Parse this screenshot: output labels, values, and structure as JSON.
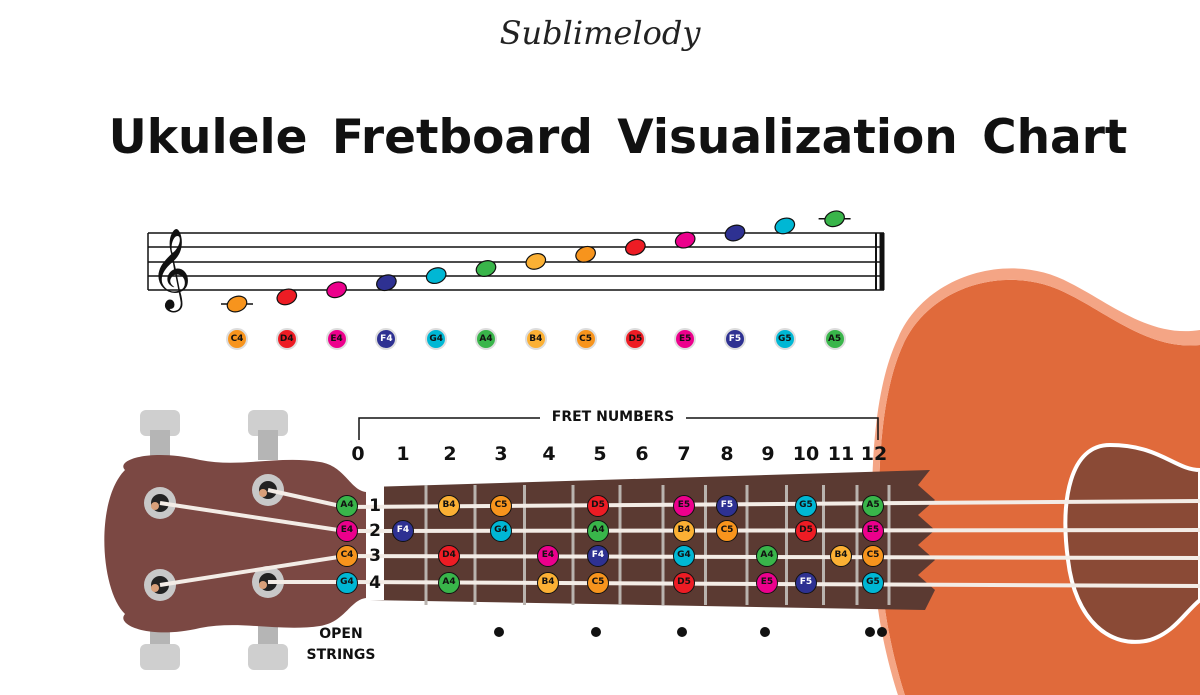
{
  "brand": "Sublimelody",
  "title": "Ukulele Fretboard Visualization Chart",
  "colors": {
    "C": "#f7941d",
    "D": "#ed1c24",
    "E": "#ec008c",
    "F": "#2e3192",
    "G": "#00b7d4",
    "A": "#39b54a",
    "B": "#fbb034",
    "F_text": "#ffffff",
    "ukulele_body": "#e06a3b",
    "ukulele_edge": "#f4a585",
    "headstock": "#7b4843",
    "fretboard": "#5b3a32",
    "soundhole": "#8a4a36"
  },
  "staff": {
    "clef": "𝄞",
    "notes": [
      "C4",
      "D4",
      "E4",
      "F4",
      "G4",
      "A4",
      "B4",
      "C5",
      "D5",
      "E5",
      "F5",
      "G5",
      "A5"
    ]
  },
  "fretboard": {
    "caption": "FRET NUMBERS",
    "fret_numbers": [
      "0",
      "1",
      "2",
      "3",
      "4",
      "5",
      "6",
      "7",
      "8",
      "9",
      "10",
      "11",
      "12"
    ],
    "string_numbers": [
      "1",
      "2",
      "3",
      "4"
    ],
    "open_strings_label": "OPEN STRINGS",
    "positions": [
      {
        "string": 1,
        "fret": 0,
        "note": "A4"
      },
      {
        "string": 1,
        "fret": 2,
        "note": "B4"
      },
      {
        "string": 1,
        "fret": 3,
        "note": "C5"
      },
      {
        "string": 1,
        "fret": 5,
        "note": "D5"
      },
      {
        "string": 1,
        "fret": 7,
        "note": "E5"
      },
      {
        "string": 1,
        "fret": 8,
        "note": "F5"
      },
      {
        "string": 1,
        "fret": 10,
        "note": "G5"
      },
      {
        "string": 1,
        "fret": 12,
        "note": "A5"
      },
      {
        "string": 2,
        "fret": 0,
        "note": "E4"
      },
      {
        "string": 2,
        "fret": 1,
        "note": "F4"
      },
      {
        "string": 2,
        "fret": 3,
        "note": "G4"
      },
      {
        "string": 2,
        "fret": 5,
        "note": "A4"
      },
      {
        "string": 2,
        "fret": 7,
        "note": "B4"
      },
      {
        "string": 2,
        "fret": 8,
        "note": "C5"
      },
      {
        "string": 2,
        "fret": 10,
        "note": "D5"
      },
      {
        "string": 2,
        "fret": 12,
        "note": "E5"
      },
      {
        "string": 3,
        "fret": 0,
        "note": "C4"
      },
      {
        "string": 3,
        "fret": 2,
        "note": "D4"
      },
      {
        "string": 3,
        "fret": 4,
        "note": "E4"
      },
      {
        "string": 3,
        "fret": 5,
        "note": "F4"
      },
      {
        "string": 3,
        "fret": 7,
        "note": "G4"
      },
      {
        "string": 3,
        "fret": 9,
        "note": "A4"
      },
      {
        "string": 3,
        "fret": 11,
        "note": "B4"
      },
      {
        "string": 3,
        "fret": 12,
        "note": "C5"
      },
      {
        "string": 4,
        "fret": 0,
        "note": "G4"
      },
      {
        "string": 4,
        "fret": 2,
        "note": "A4"
      },
      {
        "string": 4,
        "fret": 4,
        "note": "B4"
      },
      {
        "string": 4,
        "fret": 5,
        "note": "C5"
      },
      {
        "string": 4,
        "fret": 7,
        "note": "D5"
      },
      {
        "string": 4,
        "fret": 9,
        "note": "E5"
      },
      {
        "string": 4,
        "fret": 10,
        "note": "F5"
      },
      {
        "string": 4,
        "fret": 12,
        "note": "G5"
      }
    ],
    "position_markers": [
      {
        "fret": 3,
        "dots": 1
      },
      {
        "fret": 5,
        "dots": 1
      },
      {
        "fret": 7,
        "dots": 1
      },
      {
        "fret": 9,
        "dots": 1
      },
      {
        "fret": 12,
        "dots": 2
      }
    ]
  }
}
